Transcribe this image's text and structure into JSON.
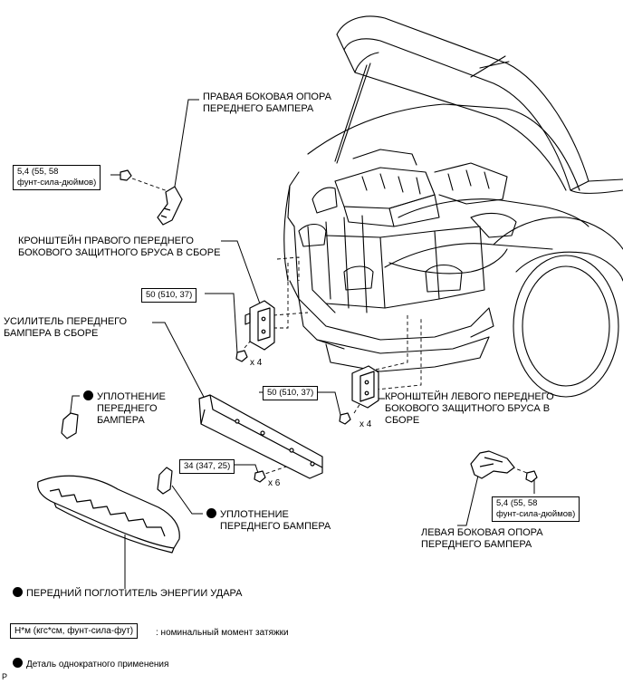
{
  "labels": {
    "right_side_support_l1": "ПРАВАЯ БОКОВАЯ ОПОРА",
    "right_side_support_l2": "ПЕРЕДНЕГО БАМПЕРА",
    "right_bracket_l1": "КРОНШТЕЙН ПРАВОГО ПЕРЕДНЕГО",
    "right_bracket_l2": "БОКОВОГО ЗАЩИТНОГО БРУСА В СБОРЕ",
    "reinforcement_l1": "УСИЛИТЕЛЬ ПЕРЕДНЕГО",
    "reinforcement_l2": "БАМПЕРА В СБОРЕ",
    "seal_upper_l1": "УПЛОТНЕНИЕ",
    "seal_upper_l2": "ПЕРЕДНЕГО",
    "seal_upper_l3": "БАМПЕРА",
    "seal_lower_l1": "УПЛОТНЕНИЕ",
    "seal_lower_l2": "ПЕРЕДНЕГО БАМПЕРА",
    "left_bracket_l1": "КРОНШТЕЙН ЛЕВОГО ПЕРЕДНЕГО",
    "left_bracket_l2": "БОКОВОГО ЗАЩИТНОГО БРУСА В",
    "left_bracket_l3": "СБОРЕ",
    "left_side_support_l1": "ЛЕВАЯ БОКОВАЯ ОПОРА",
    "left_side_support_l2": "ПЕРЕДНЕГО БАМПЕРА",
    "absorber": "ПЕРЕДНИЙ ПОГЛОТИТЕЛЬ ЭНЕРГИИ УДАРА"
  },
  "torques": {
    "t_right_support_l1": "5,4 (55, 58",
    "t_right_support_l2": "фунт-сила-дюймов)",
    "t_right_bracket": "50 (510, 37)",
    "t_left_bracket": "50 (510, 37)",
    "t_reinforcement": "34 (347, 25)",
    "t_left_support_l1": "5,4 (55, 58",
    "t_left_support_l2": "фунт-сила-дюймов)"
  },
  "quantities": {
    "q_right_bracket": "x 4",
    "q_left_bracket": "x 4",
    "q_reinforcement": "x 6"
  },
  "legend": {
    "torque_unit": "Н*м (кгс*см, фунт-сила-фут)",
    "torque_desc": ": номинальный момент затяжки",
    "single_use": "Деталь однократного применения"
  },
  "footer_letter": "P",
  "icons": [
    "single-use-part-dot-icon",
    "bolt-icon"
  ]
}
